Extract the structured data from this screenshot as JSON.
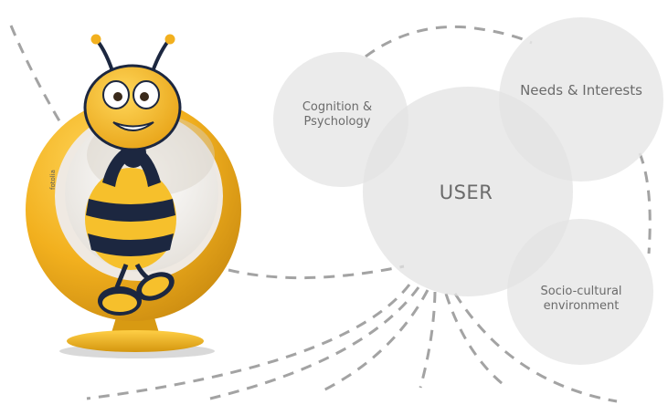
{
  "diagram": {
    "center": {
      "label": "USER"
    },
    "nodes": [
      {
        "id": "cognition",
        "label": "Cognition & Psychology"
      },
      {
        "id": "needs",
        "label": "Needs & Interests"
      },
      {
        "id": "socio",
        "label": "Socio-cultural environment"
      }
    ]
  },
  "illustration": {
    "subject": "cartoon-bee-in-egg-chair",
    "watermark": "fotolia"
  },
  "colors": {
    "circle_fill": "#e7e7e7",
    "dash_stroke": "#a3a3a3",
    "label_text": "#6b6b6b",
    "chair_yellow": "#f2b01e",
    "bee_yellow": "#f6c02c",
    "bee_navy": "#1c2740"
  }
}
